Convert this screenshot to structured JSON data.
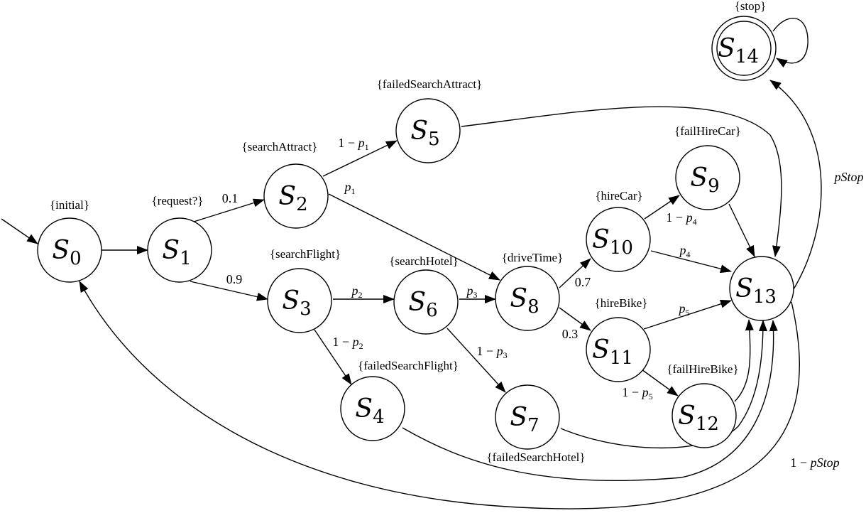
{
  "diagram": {
    "type": "markov-chain",
    "colors": {
      "stroke": "#000000",
      "background": "#ffffff"
    },
    "states": [
      {
        "id": "S0",
        "prefix": "S",
        "index": "0",
        "label": "{initial}",
        "initial": true
      },
      {
        "id": "S1",
        "prefix": "S",
        "index": "1",
        "label": "{request?}"
      },
      {
        "id": "S2",
        "prefix": "S",
        "index": "2",
        "label": "{searchAttract}"
      },
      {
        "id": "S3",
        "prefix": "S",
        "index": "3",
        "label": "{searchFlight}"
      },
      {
        "id": "S4",
        "prefix": "S",
        "index": "4",
        "label": "{failedSearchFlight}"
      },
      {
        "id": "S5",
        "prefix": "S",
        "index": "5",
        "label": "{failedSearchAttract}"
      },
      {
        "id": "S6",
        "prefix": "S",
        "index": "6",
        "label": "{searchHotel}"
      },
      {
        "id": "S7",
        "prefix": "S",
        "index": "7",
        "label": "{failedSearchHotel}"
      },
      {
        "id": "S8",
        "prefix": "S",
        "index": "8",
        "label": "{driveTime}"
      },
      {
        "id": "S9",
        "prefix": "S",
        "index": "9",
        "label": "{failHireCar}"
      },
      {
        "id": "S10",
        "prefix": "S",
        "index": "10",
        "label": "{hireCar}"
      },
      {
        "id": "S11",
        "prefix": "S",
        "index": "11",
        "label": "{hireBike}"
      },
      {
        "id": "S12",
        "prefix": "S",
        "index": "12",
        "label": "{failHireBike}"
      },
      {
        "id": "S13",
        "prefix": "S",
        "index": "13",
        "label": ""
      },
      {
        "id": "S14",
        "prefix": "S",
        "index": "14",
        "label": "{stop}",
        "accepting": true
      }
    ],
    "transitions": [
      {
        "from": "start",
        "to": "S0",
        "label": ""
      },
      {
        "from": "S0",
        "to": "S1",
        "label": ""
      },
      {
        "from": "S1",
        "to": "S2",
        "label": "0.1"
      },
      {
        "from": "S1",
        "to": "S3",
        "label": "0.9"
      },
      {
        "from": "S2",
        "to": "S5",
        "label": "1 − p1"
      },
      {
        "from": "S2",
        "to": "S8",
        "label": "p1"
      },
      {
        "from": "S3",
        "to": "S6",
        "label": "p2"
      },
      {
        "from": "S3",
        "to": "S4",
        "label": "1 − p2"
      },
      {
        "from": "S6",
        "to": "S8",
        "label": "p3"
      },
      {
        "from": "S6",
        "to": "S7",
        "label": "1 − p3"
      },
      {
        "from": "S8",
        "to": "S10",
        "label": "0.7"
      },
      {
        "from": "S8",
        "to": "S11",
        "label": "0.3"
      },
      {
        "from": "S10",
        "to": "S9",
        "label": "1 − p4"
      },
      {
        "from": "S10",
        "to": "S13",
        "label": "p4"
      },
      {
        "from": "S11",
        "to": "S13",
        "label": "p5"
      },
      {
        "from": "S11",
        "to": "S12",
        "label": "1 − p5"
      },
      {
        "from": "S9",
        "to": "S13",
        "label": ""
      },
      {
        "from": "S5",
        "to": "S13",
        "label": ""
      },
      {
        "from": "S12",
        "to": "S13",
        "label": ""
      },
      {
        "from": "S7",
        "to": "S13",
        "label": ""
      },
      {
        "from": "S4",
        "to": "S13",
        "label": ""
      },
      {
        "from": "S13",
        "to": "S14",
        "label": "pStop"
      },
      {
        "from": "S13",
        "to": "S0",
        "label": "1 − pStop"
      },
      {
        "from": "S14",
        "to": "S14",
        "label": ""
      }
    ]
  }
}
